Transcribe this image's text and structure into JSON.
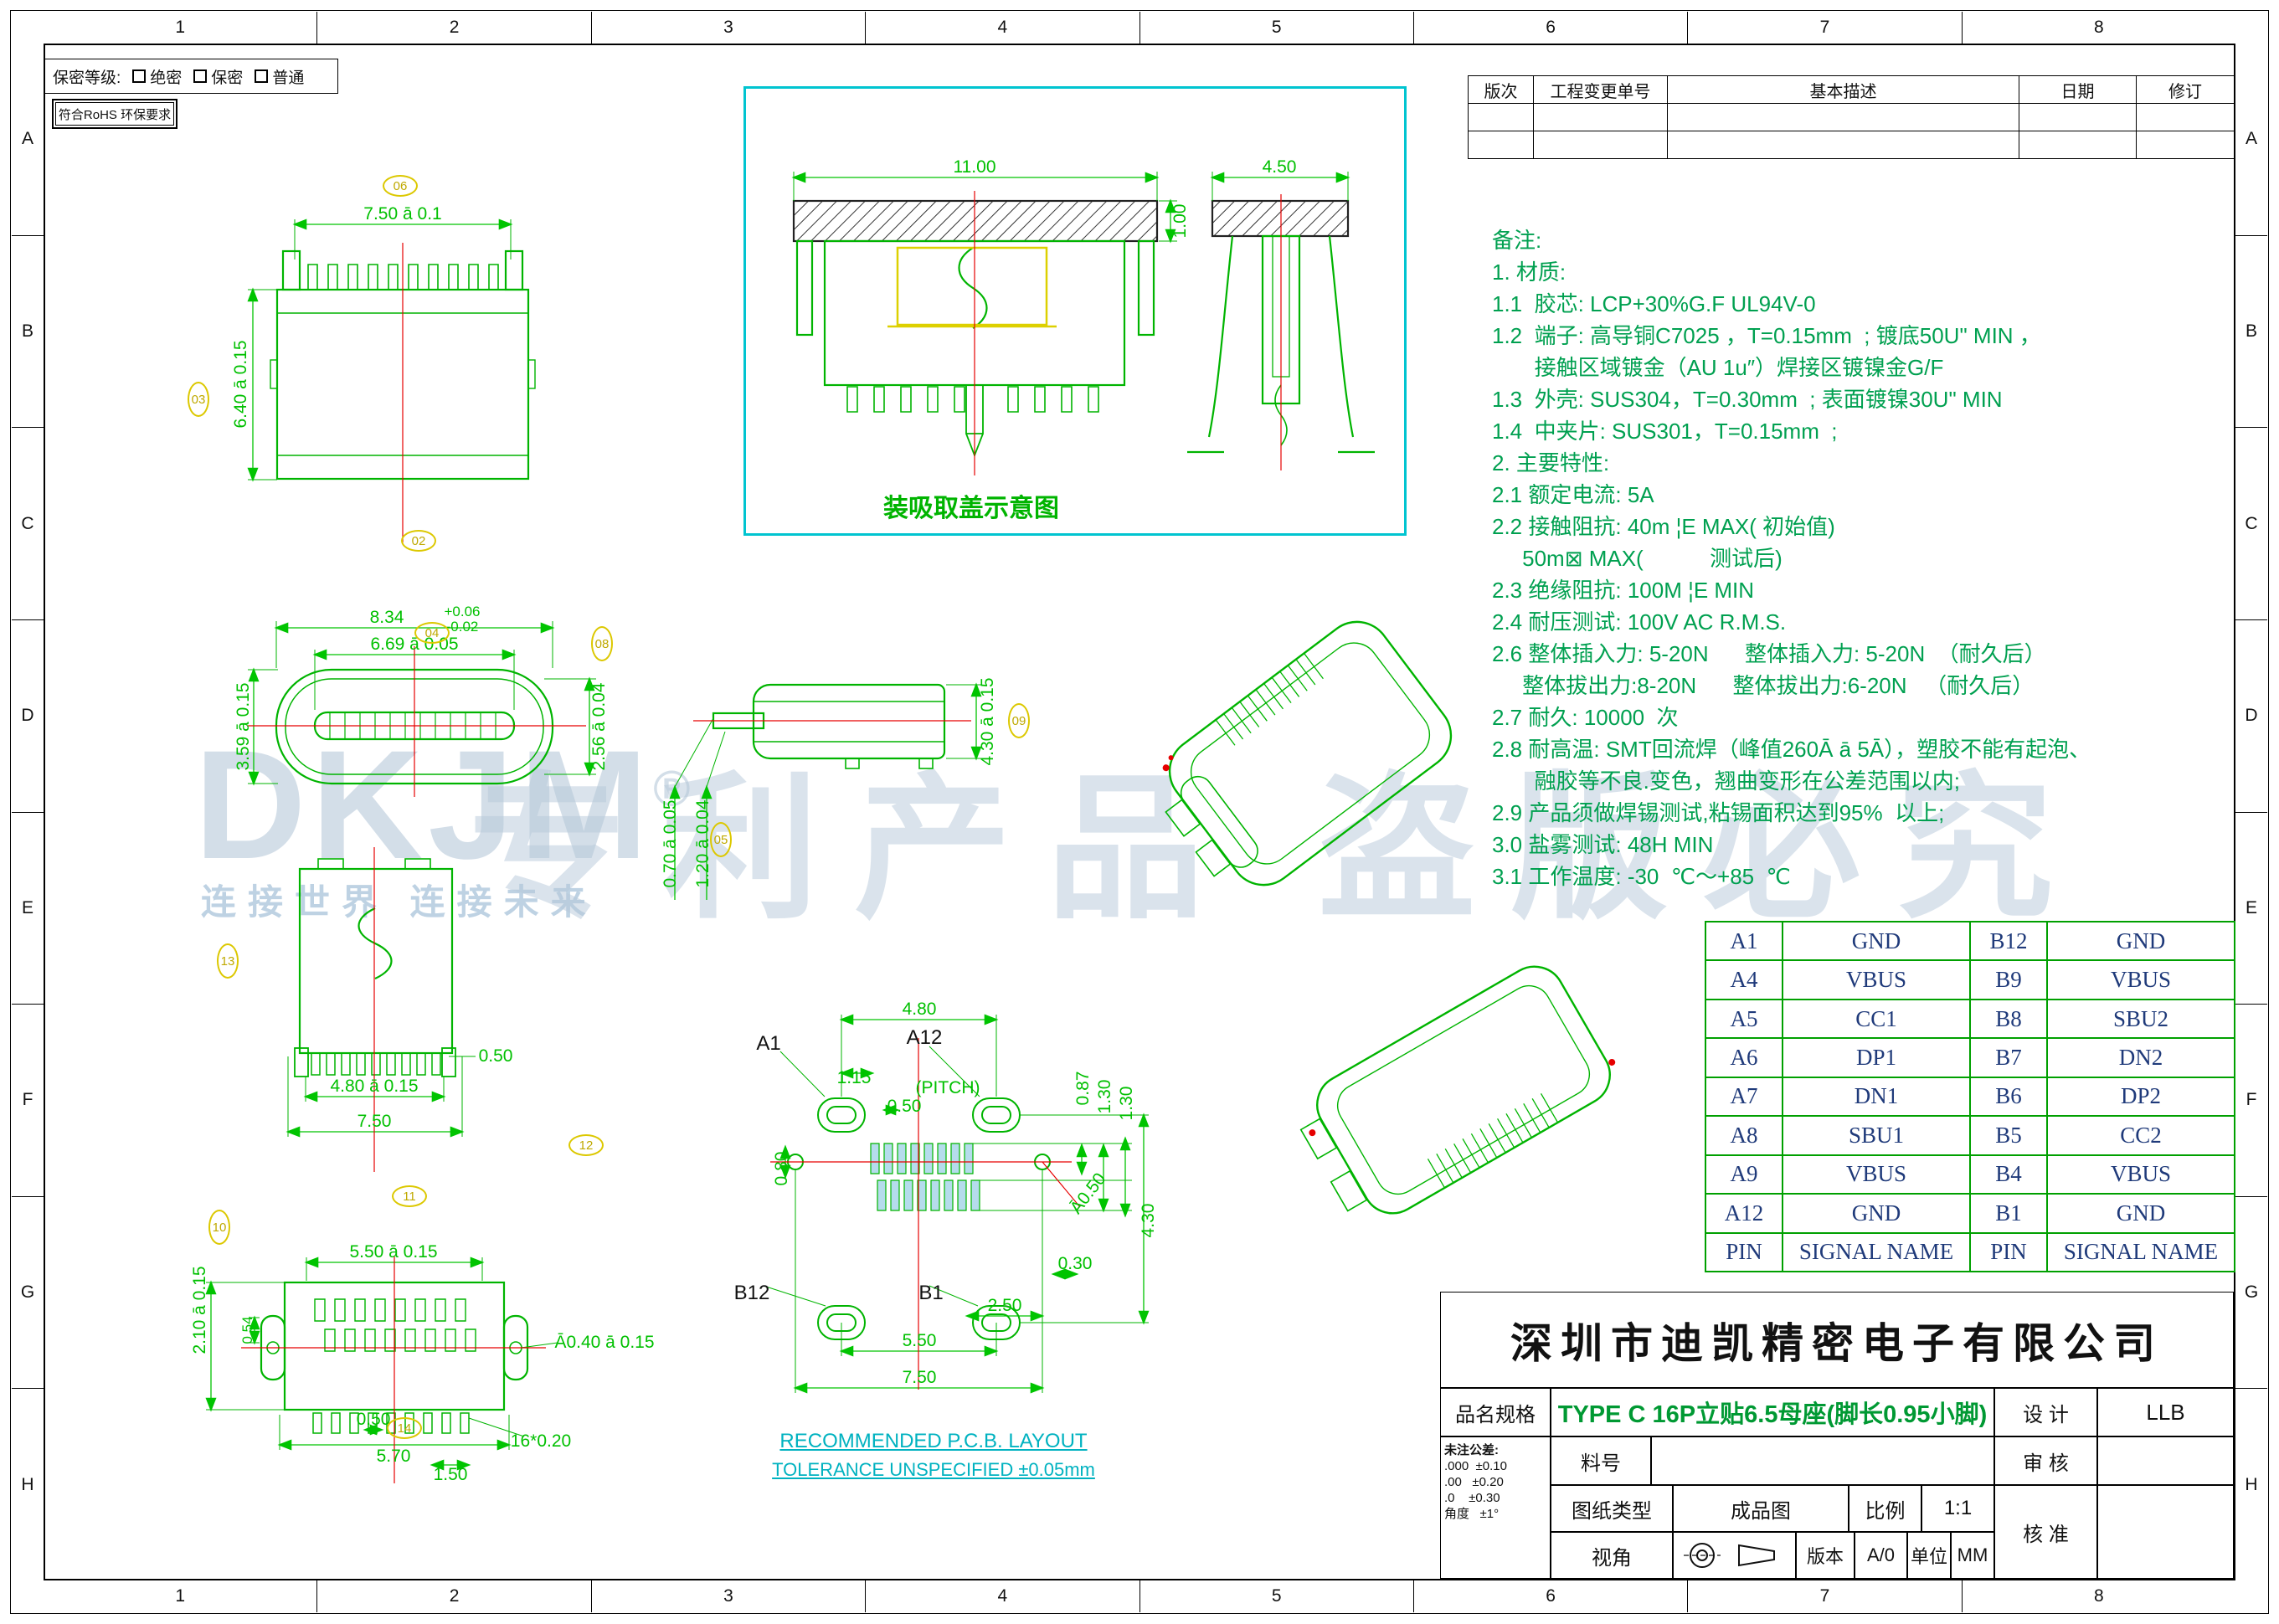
{
  "frame": {
    "zone_cols": [
      "1",
      "2",
      "3",
      "4",
      "5",
      "6",
      "7",
      "8"
    ],
    "zone_rows": [
      "A",
      "B",
      "C",
      "D",
      "E",
      "F",
      "G",
      "H"
    ]
  },
  "security": {
    "label": "保密等级:",
    "options": [
      "绝密",
      "保密",
      "普通"
    ],
    "rohs": "符合RoHS 环保要求"
  },
  "revision_table": {
    "headers": [
      "版次",
      "工程变更单号",
      "基本描述",
      "日期",
      "修订"
    ]
  },
  "notes": {
    "lines": [
      "备注:",
      "1. 材质:",
      "1.1  胶芯: LCP+30%G.F UL94V-0",
      "1.2  端子: 高导铜C7025 ，T=0.15mm  ; 镀底50U\" MIN ，",
      "       接触区域镀金（AU 1u″）焊接区镀镍金G/F",
      "1.3  外壳: SUS304，T=0.30mm  ; 表面镀镍30U\" MIN",
      "1.4  中夹片: SUS301，T=0.15mm  ;",
      "2. 主要特性:",
      "2.1 额定电流: 5A",
      "2.2 接触阻抗: 40m ¦E MAX( 初始值)",
      "     50m⊠ MAX(           测试后)",
      "2.3 绝缘阻抗: 100M ¦E MIN",
      "2.4 耐压测试: 100V AC R.M.S.",
      "2.6 整体插入力: 5-20N      整体插入力: 5-20N  （耐久后）",
      "     整体拔出力:8-20N      整体拔出力:6-20N   （耐久后）",
      "2.7 耐久: 10000  次",
      "2.8 耐高温: SMT回流焊（峰值260Ā ā 5Ā），塑胶不能有起泡、",
      "       融胶等不良.变色，翘曲变形在公差范围以内;",
      "2.9 产品须做焊锡测试,粘锡面积达到95%  以上;",
      "3.0 盐雾测试: 48H MIN",
      "3.1 工作温度: -30  ℃～+85  ℃"
    ]
  },
  "cover_view": {
    "caption": "装吸取盖示意图",
    "dim_w": "11.00",
    "dim_h": "1.00",
    "dim_w2": "4.50"
  },
  "dims": {
    "top_w": "7.50  ā 0.1",
    "top_h": "6.40  ā 0.15",
    "front_w": "8.34",
    "front_w_tol_up": "+0.06",
    "front_w_tol_dn": "-0.02",
    "front_inner_w": "6.69  ā 0.05",
    "front_h": "3.59  ā 0.15",
    "front_inner_h": "2.56  ā 0.04",
    "side_h": "4.30  ā 0.15",
    "side_t1": "0.70 ā 0.05",
    "side_t2": "1.20  ā 0.04",
    "mid_pins_w": "4.80  ā 0.15",
    "mid_total_w": "7.50",
    "mid_pin": "0.50",
    "bot_w": "5.50  ā 0.15",
    "bot_h": "2.10  ā 0.15",
    "bot_t": "0.54",
    "bot_p1": "0.50",
    "bot_w2": "5.70",
    "bot_p2": "1.50",
    "bot_pins": "16*0.20",
    "bot_hole": "Ā0.40  ā 0.15"
  },
  "pcb": {
    "w_top": "4.80",
    "m1": "1.15",
    "pitch_label": "(PITCH)",
    "pitch_val": "0.50",
    "off1": "0.87",
    "off2": "1.30",
    "off3": "1.30",
    "height": "4.30",
    "off4": "0.80",
    "hole": "Ā0.50",
    "gap": "0.30",
    "d_span": "2.50",
    "w_mid": "5.50",
    "w_bot": "7.50",
    "pin_a1": "A1",
    "pin_a12": "A12",
    "pin_b12": "B12",
    "pin_b1": "B1",
    "caption1": "RECOMMENDED P.C.B. LAYOUT",
    "caption2": "TOLERANCE UNSPECIFIED ±0.05mm"
  },
  "pin_table": {
    "rows": [
      {
        "pa": "A1",
        "sa": "GND",
        "pb": "B12",
        "sb": "GND"
      },
      {
        "pa": "A4",
        "sa": "VBUS",
        "pb": "B9",
        "sb": "VBUS"
      },
      {
        "pa": "A5",
        "sa": "CC1",
        "pb": "B8",
        "sb": "SBU2"
      },
      {
        "pa": "A6",
        "sa": "DP1",
        "pb": "B7",
        "sb": "DN2"
      },
      {
        "pa": "A7",
        "sa": "DN1",
        "pb": "B6",
        "sb": "DP2"
      },
      {
        "pa": "A8",
        "sa": "SBU1",
        "pb": "B5",
        "sb": "CC2"
      },
      {
        "pa": "A9",
        "sa": "VBUS",
        "pb": "B4",
        "sb": "VBUS"
      },
      {
        "pa": "A12",
        "sa": "GND",
        "pb": "B1",
        "sb": "GND"
      },
      {
        "pa": "PIN",
        "sa": "SIGNAL NAME",
        "pb": "PIN",
        "sb": "SIGNAL NAME"
      }
    ]
  },
  "title_block": {
    "company": "深圳市迪凯精密电子有限公司",
    "part_label": "品名规格",
    "part_value": "TYPE C 16P立贴6.5母座(脚长0.95小脚)",
    "design_label": "设  计",
    "design_value": "LLB",
    "review_label": "审  核",
    "approve_label": "核  准",
    "material_label": "料号",
    "doc_type_label": "图纸类型",
    "doc_type_value": "成品图",
    "scale_label": "比例",
    "scale_value": "1:1",
    "view_label": "视角",
    "version_label": "版本",
    "version_value": "A/0",
    "unit_label": "单位",
    "unit_value": "MM",
    "tol_title": "未注公差:",
    "tolerances": [
      ".000  ±0.10",
      ".00   ±0.20",
      ".0    ±0.30",
      "角度   ±1°"
    ]
  },
  "watermark": {
    "logo": "DKJM",
    "reg": "®",
    "tagline": "连接世界  连接未来",
    "text": "专利产品 盗版必究"
  },
  "callouts": [
    "06",
    "03",
    "02",
    "04",
    "08",
    "05",
    "09",
    "13",
    "12",
    "11",
    "10",
    "14"
  ]
}
